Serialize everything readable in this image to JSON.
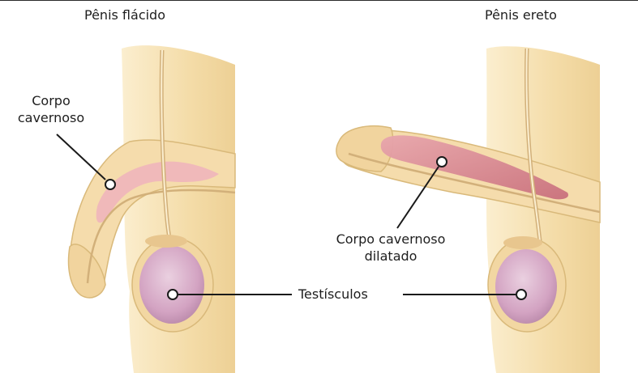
{
  "titles": {
    "left": "Pênis flácido",
    "right": "Pênis ereto"
  },
  "labels": {
    "corpo_cavernoso_line1": "Corpo",
    "corpo_cavernoso_line2": "cavernoso",
    "corpo_dilatado_line1": "Corpo cavernoso",
    "corpo_dilatado_line2": "dilatado",
    "testiculos": "Testísculos"
  },
  "colors": {
    "skin": "#f6e0b0",
    "skin_shadow": "#e6c98d",
    "skin_outline": "#d9b97a",
    "corpus": "#eeb0b5",
    "corpus_dilated": "#d9838c",
    "testicle": "#d7a8c6",
    "leader_line": "#1a1a1a"
  }
}
